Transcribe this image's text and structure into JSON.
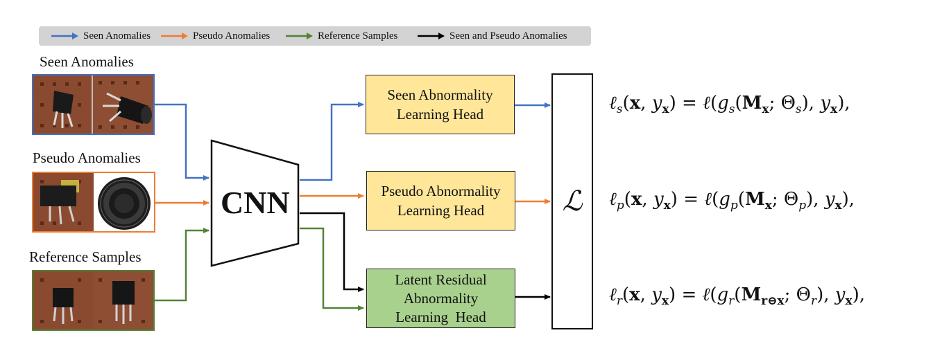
{
  "legend": {
    "items": [
      {
        "label": "Seen Anomalies",
        "color": "#4472C4"
      },
      {
        "label": "Pseudo Anomalies",
        "color": "#ED7D31"
      },
      {
        "label": "Reference Samples",
        "color": "#548235"
      },
      {
        "label": "Seen and Pseudo Anomalies",
        "color": "#000000"
      }
    ]
  },
  "inputs": {
    "seen": {
      "label": "Seen Anomalies",
      "border_color": "#4472C4"
    },
    "pseudo": {
      "label": "Pseudo Anomalies",
      "border_color": "#ED7D31"
    },
    "reference": {
      "label": "Reference Samples",
      "border_color": "#548235"
    }
  },
  "backbone": {
    "label": "CNN"
  },
  "heads": {
    "seen": {
      "line1": "Seen Abnormality",
      "line2": "Learning Head",
      "fill": "#FFE699"
    },
    "pseudo": {
      "line1": "Pseudo Abnormality",
      "line2": "Learning Head",
      "fill": "#FFE699"
    },
    "residual": {
      "line1": "Latent Residual",
      "line2": "Abnormality",
      "line3": "Learning  Head",
      "fill": "#A9D18E"
    }
  },
  "loss": {
    "symbol": "ℒ"
  },
  "formulas": {
    "seen": {
      "loss": "ℓ",
      "loss_sub": "s",
      "x": "x",
      "y": "y",
      "y_sub": "x",
      "g": "g",
      "g_sub": "s",
      "M": "M",
      "M_sub": "x",
      "theta": "Θ",
      "theta_sub": "s"
    },
    "pseudo": {
      "loss": "ℓ",
      "loss_sub": "p",
      "x": "x",
      "y": "y",
      "y_sub": "x",
      "g": "g",
      "g_sub": "p",
      "M": "M",
      "M_sub": "x",
      "theta": "Θ",
      "theta_sub": "p"
    },
    "residual": {
      "loss": "ℓ",
      "loss_sub": "r",
      "x": "x",
      "y": "y",
      "y_sub": "x",
      "g": "g",
      "g_sub": "r",
      "M": "M",
      "M_sub": "r⊖x",
      "theta": "Θ",
      "theta_sub": "r"
    }
  }
}
